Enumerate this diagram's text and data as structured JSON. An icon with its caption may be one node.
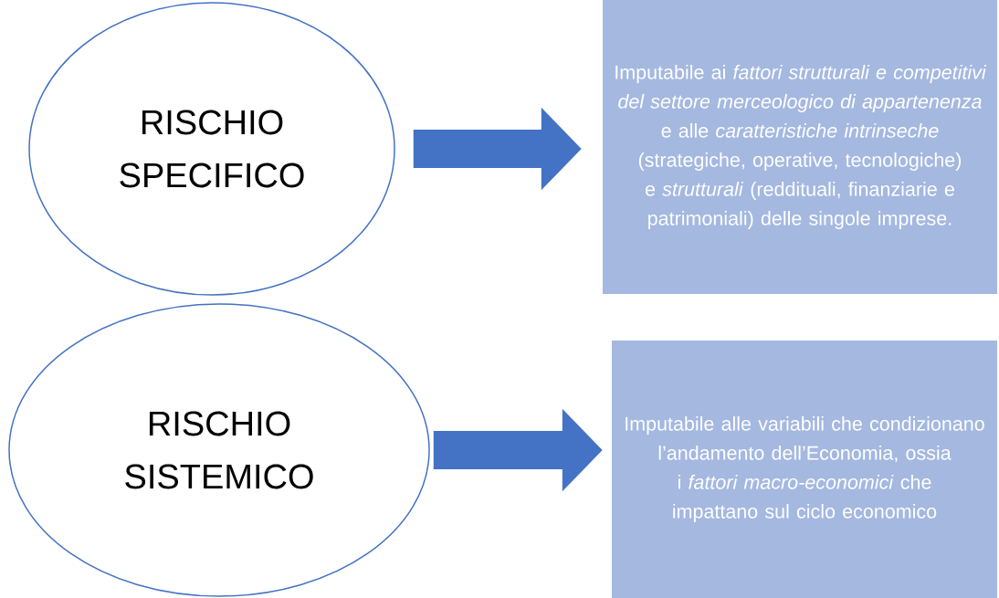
{
  "diagram": {
    "nodes": [
      {
        "text": [
          "RISCHIO SPECIFICO"
        ]
      },
      {
        "text": [
          "Imputabile ai *fattori strutturali e competitivi del settore merceologico di appartenenza* e alle *caratteristiche intrinseche* (strategiche, operative, tecnologiche) e *strutturali* (reddituali, finanziarie e patrimoniali) delle singole imprese."
        ]
      },
      {
        "text": [
          "RISCHIO SISTEMICO"
        ]
      },
      {
        "text": [
          "Imputabile alle variabili che condizionano l’andamento dell’Economia, ossia i *fattori macro-economici* che impattano sul ciclo economico"
        ]
      }
    ],
    "edges": [
      {
        "from": 0,
        "to": 1,
        "arrow": "to"
      },
      {
        "from": 2,
        "to": 3,
        "arrow": "to"
      }
    ]
  }
}
